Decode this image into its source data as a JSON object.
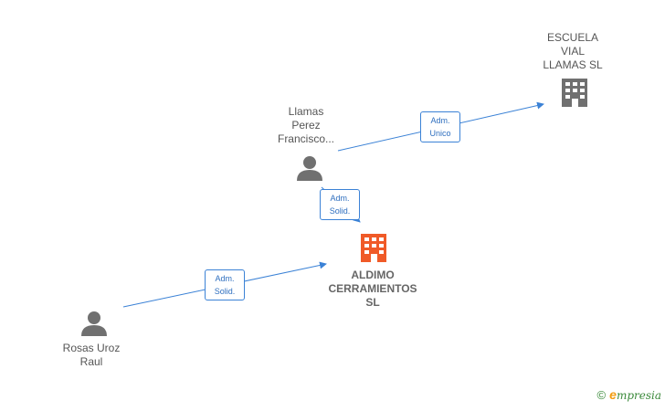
{
  "nodes": {
    "escuela": {
      "label": "ESCUELA\nVIAL\nLLAMAS  SL",
      "icon": "building-icon",
      "color": "#707070"
    },
    "llamas": {
      "label": "Llamas\nPerez\nFrancisco...",
      "icon": "person-icon",
      "color": "#707070"
    },
    "aldimo": {
      "label": "ALDIMO\nCERRAMIENTOS\nSL",
      "icon": "building-icon",
      "color": "#f05a28"
    },
    "rosas": {
      "label": "Rosas Uroz\nRaul",
      "icon": "person-icon",
      "color": "#707070"
    }
  },
  "edges": {
    "llamas_escuela": {
      "label": "Adm.\nUnico"
    },
    "llamas_aldimo": {
      "label": "Adm.\nSolid."
    },
    "rosas_aldimo": {
      "label": "Adm.\nSolid."
    }
  },
  "colors": {
    "edge": "#3b82d6"
  },
  "footer": {
    "copyright": "©",
    "brand_first": "e",
    "brand_rest": "mpresia"
  }
}
